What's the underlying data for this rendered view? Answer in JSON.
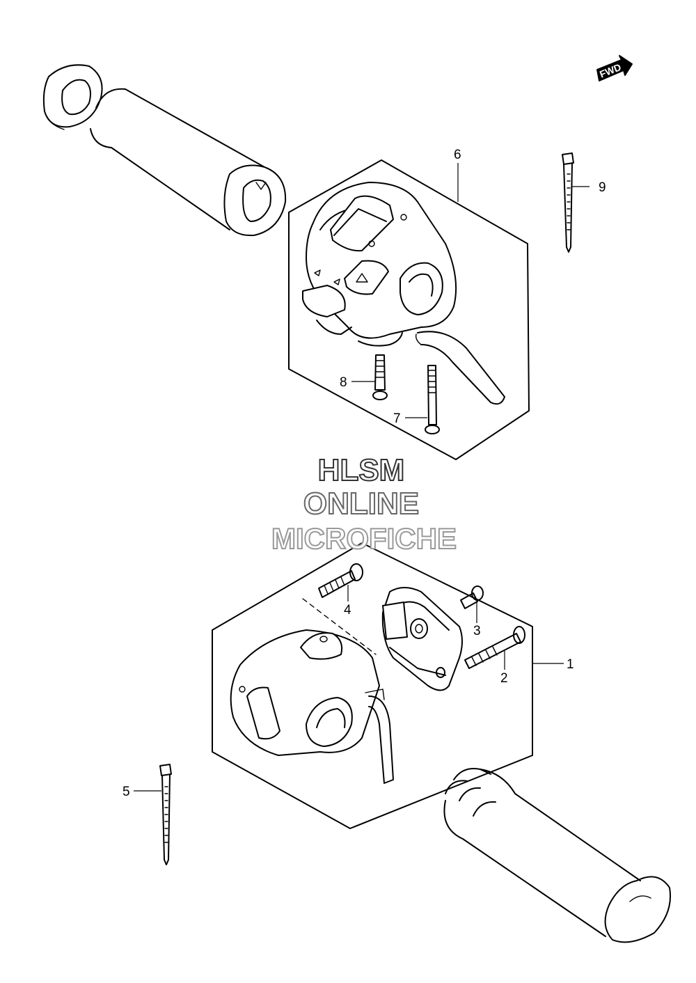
{
  "callouts": [
    {
      "id": "1",
      "label": "1"
    },
    {
      "id": "2",
      "label": "2"
    },
    {
      "id": "3",
      "label": "3"
    },
    {
      "id": "4",
      "label": "4"
    },
    {
      "id": "5",
      "label": "5"
    },
    {
      "id": "6",
      "label": "6"
    },
    {
      "id": "7",
      "label": "7"
    },
    {
      "id": "8",
      "label": "8"
    },
    {
      "id": "9",
      "label": "9"
    }
  ],
  "fwd_badge": "FWD",
  "watermark": {
    "line1": "HLSM",
    "line2": "ONLINE",
    "line3": "MICROFICHE"
  },
  "colors": {
    "line": "#000000",
    "background": "#ffffff",
    "watermark_1": "#333333",
    "watermark_2": "#666666",
    "watermark_3": "#999999"
  }
}
